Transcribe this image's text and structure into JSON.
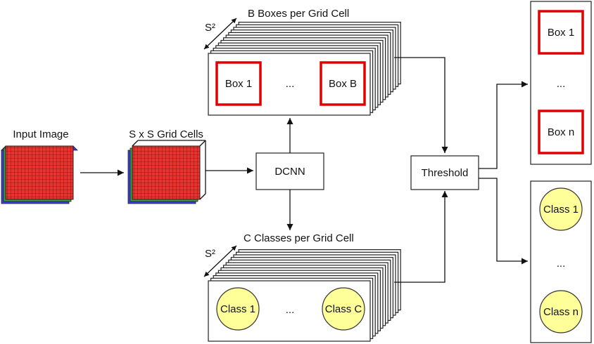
{
  "input": {
    "label": "Input Image"
  },
  "grid": {
    "label": "S x S Grid Cells"
  },
  "dcnn": {
    "label": "DCNN"
  },
  "threshold": {
    "label": "Threshold"
  },
  "boxes_stack": {
    "title": "B Boxes per Grid Cell",
    "depth_label": "S²",
    "first": "Box 1",
    "ellipsis": "...",
    "last": "Box B"
  },
  "classes_stack": {
    "title": "C Classes per Grid Cell",
    "depth_label": "S²",
    "first": "Class 1",
    "ellipsis": "...",
    "last": "Class C"
  },
  "box_output": {
    "first": "Box 1",
    "ellipsis": "...",
    "last": "Box n"
  },
  "class_output": {
    "first": "Class 1",
    "ellipsis": "...",
    "last": "Class n"
  },
  "colors": {
    "grid_red": "#e8332f",
    "grid_green": "#3aa23a",
    "grid_blue": "#3c3ce0",
    "box_border": "#e00000",
    "class_fill": "#ffff99"
  }
}
